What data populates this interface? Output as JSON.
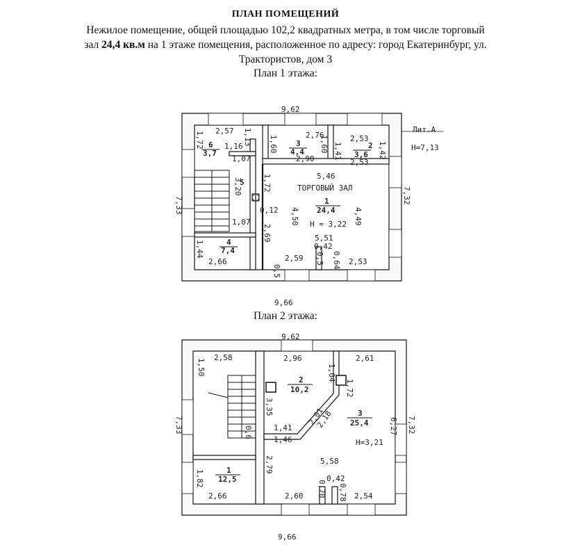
{
  "header": {
    "title": "ПЛАН ПОМЕЩЕНИЙ",
    "line1": "Нежилое помещение, общей площадью 102,2 квадратных метра, в том числе торговый",
    "line2_pre": "зал ",
    "line2_bold": "24,4 кв.м",
    "line2_post": " на 1 этаже помещения, расположенное по адресу: город Екатеринбург, ул.",
    "line3": "Трактористов, дом 3"
  },
  "plan1": {
    "caption": "План 1 этажа:",
    "lit_label": "Лит.А",
    "height_label": "H=7,13",
    "hall_label": "ТОРГОВЫЙ ЗАЛ",
    "dims": {
      "top": "9,62",
      "bottom": "9,66",
      "left": "7,33",
      "right": "7,32",
      "d_257": "2,57",
      "d_172": "1,72",
      "d_116": "1,16",
      "d_113": "1,13",
      "d_276": "2,76",
      "d_160a": "1,60",
      "d_160b": "1,60",
      "d_253a": "2,53",
      "d_141": "1,41",
      "d_142": "1,42",
      "d_290": "2,90",
      "d_253b": "2,53",
      "d_107a": "1,07",
      "d_320": "3,20",
      "d_546": "5,46",
      "d_172b": "1,72",
      "d_012": "0,12",
      "d_450": "4,50",
      "d_449": "4,49",
      "d_h": "H = 3,22",
      "d_107b": "1,07",
      "d_269": "2,69",
      "d_551": "5,51",
      "d_144": "1,44",
      "d_042": "0,42",
      "d_266": "2,66",
      "d_259": "2,59",
      "d_064": "0,64",
      "d_253c": "2,53",
      "d_05a": "0,5",
      "d_05b": "0,5"
    },
    "rooms": [
      {
        "num": "6",
        "area": "3,7"
      },
      {
        "num": "3",
        "area": "4,4"
      },
      {
        "num": "2",
        "area": "3,6"
      },
      {
        "num": "5",
        "area": ""
      },
      {
        "num": "1",
        "area": "24,4"
      },
      {
        "num": "4",
        "area": "7,4"
      }
    ]
  },
  "plan2": {
    "caption": "План 2 этажа:",
    "dims": {
      "top": "9,62",
      "bottom": "9,66",
      "left": "7,33",
      "right": "7,32",
      "d_258": "2,58",
      "d_150": "1,50",
      "d_296": "2,96",
      "d_261": "2,61",
      "d_104": "1,04",
      "d_172": "1,72",
      "d_335": "3,35",
      "d_201": "2,01",
      "d_218": "2,18",
      "d_627": "6,27",
      "d_141": "1,41",
      "d_146": "1,46",
      "d_h": "H=3,21",
      "d_279": "2,79",
      "d_558": "5,58",
      "d_182": "1,82",
      "d_266": "2,66",
      "d_260": "2,60",
      "d_070": "0,70",
      "d_042": "0,42",
      "d_078": "0,78",
      "d_254": "2,54",
      "d_06": "0,6"
    },
    "rooms": [
      {
        "num": "2",
        "area": "10,2"
      },
      {
        "num": "3",
        "area": "25,4"
      },
      {
        "num": "1",
        "area": "12,5"
      }
    ]
  }
}
